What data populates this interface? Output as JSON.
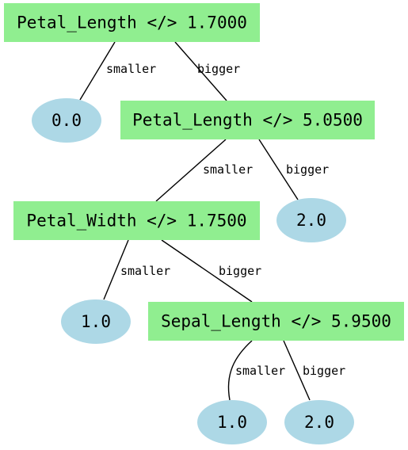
{
  "colors": {
    "decision_fill": "#90ee90",
    "leaf_fill": "#add8e6",
    "edge": "#000000"
  },
  "tree": {
    "nodes": [
      {
        "id": "n1",
        "kind": "decision",
        "feature": "Petal_Length",
        "op": "</>",
        "threshold": "1.7000"
      },
      {
        "id": "n2",
        "kind": "leaf",
        "value": "0.0"
      },
      {
        "id": "n3",
        "kind": "decision",
        "feature": "Petal_Length",
        "op": "</>",
        "threshold": "5.0500"
      },
      {
        "id": "n4",
        "kind": "decision",
        "feature": "Petal_Width",
        "op": "</>",
        "threshold": "1.7500"
      },
      {
        "id": "n5",
        "kind": "leaf",
        "value": "2.0"
      },
      {
        "id": "n6",
        "kind": "leaf",
        "value": "1.0"
      },
      {
        "id": "n7",
        "kind": "decision",
        "feature": "Sepal_Length",
        "op": "</>",
        "threshold": "5.9500"
      },
      {
        "id": "n8",
        "kind": "leaf",
        "value": "1.0"
      },
      {
        "id": "n9",
        "kind": "leaf",
        "value": "2.0"
      }
    ],
    "edges": [
      {
        "from": "n1",
        "to": "n2",
        "label": "smaller"
      },
      {
        "from": "n1",
        "to": "n3",
        "label": "bigger"
      },
      {
        "from": "n3",
        "to": "n4",
        "label": "smaller"
      },
      {
        "from": "n3",
        "to": "n5",
        "label": "bigger"
      },
      {
        "from": "n4",
        "to": "n6",
        "label": "smaller"
      },
      {
        "from": "n4",
        "to": "n7",
        "label": "bigger"
      },
      {
        "from": "n7",
        "to": "n8",
        "label": "smaller"
      },
      {
        "from": "n7",
        "to": "n9",
        "label": "bigger"
      }
    ]
  }
}
